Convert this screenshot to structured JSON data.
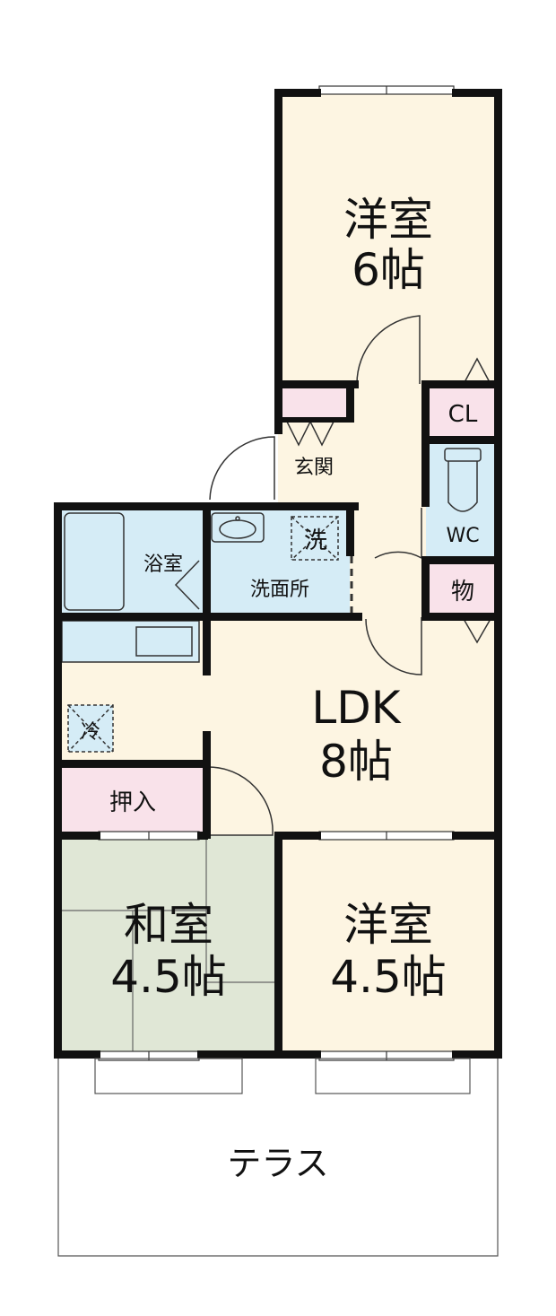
{
  "colors": {
    "wall": "#111111",
    "wood_floor": "#fdf5e2",
    "tatami": "#e0e7d6",
    "wet_area": "#d5ecf6",
    "storage": "#f9e2ea",
    "fixture_line": "#333333",
    "terrace_line": "#555555"
  },
  "rooms": {
    "western_north": {
      "name": "洋室",
      "size": "6帖"
    },
    "ldk": {
      "name": "LDK",
      "size": "8帖"
    },
    "japanese": {
      "name": "和室",
      "size": "4.5帖"
    },
    "western_south": {
      "name": "洋室",
      "size": "4.5帖"
    },
    "entrance": {
      "name": "玄関"
    },
    "bath": {
      "name": "浴室"
    },
    "washroom": {
      "name": "洗面所"
    },
    "washer": {
      "name": "洗"
    },
    "fridge": {
      "name": "冷"
    },
    "closet": {
      "name": "CL"
    },
    "toilet": {
      "name": "WC"
    },
    "storage": {
      "name": "物"
    },
    "oshiire": {
      "name": "押入"
    },
    "terrace": {
      "name": "テラス"
    }
  }
}
